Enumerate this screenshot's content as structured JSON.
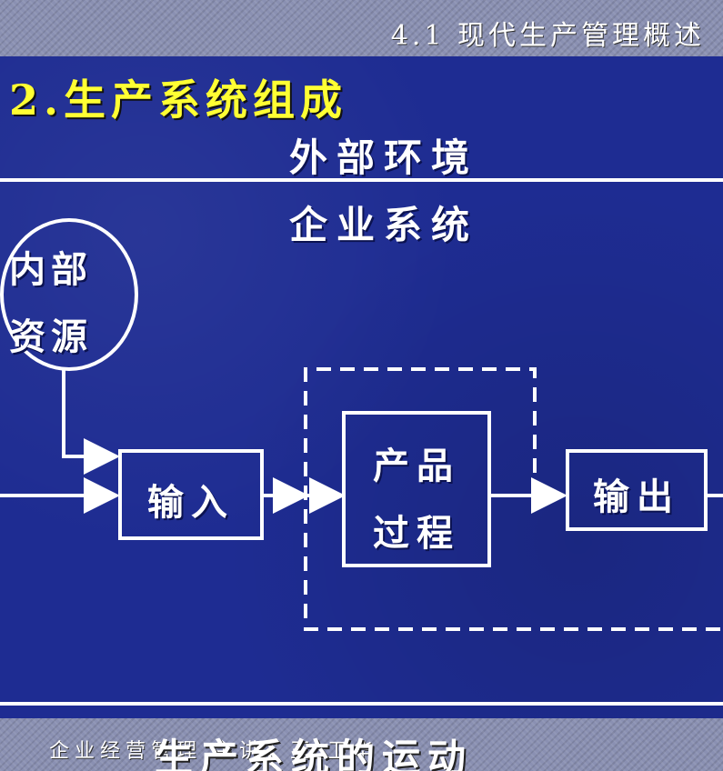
{
  "header": {
    "title": "4.1 现代生产管理概述"
  },
  "section": {
    "title": "2.生产系统组成"
  },
  "diagram": {
    "external_env_label": "外部环境",
    "enterprise_label": "企业系统",
    "internal_resources": {
      "line1": "内部",
      "line2": "资源"
    },
    "input_label": "输入",
    "process": {
      "line1": "产品",
      "line2": "过程"
    },
    "output_label": "输出"
  },
  "footer": {
    "caption": "企业经营管理  主讲：王 卫华",
    "overlay_title": "生产系统的运动"
  },
  "colors": {
    "background": "#1e2c92",
    "title_yellow": "#ffff33",
    "line_white": "#ffffff",
    "band_gray": "#8a90b2"
  }
}
